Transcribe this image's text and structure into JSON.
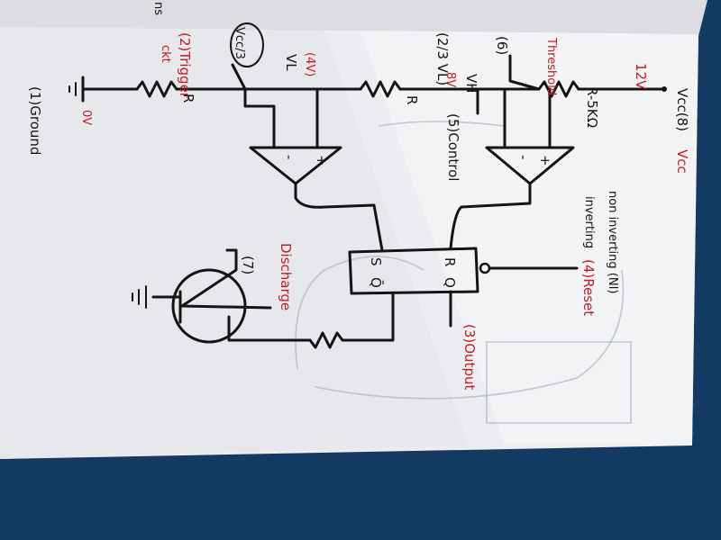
{
  "colors": {
    "ink": "#141414",
    "red_ink": "#c41b24",
    "paper": "#ecedf0",
    "background": "#123a63"
  },
  "labels": {
    "trigger": "(2)Trigger",
    "trigger_sub": "ckt",
    "vcc_third": "Vcc/3",
    "vl_top": "(4V)",
    "vl": "VL",
    "two_thirds": "(2/3 VL)",
    "vh": "VH",
    "eight_v": "8V",
    "threshold_num": "(6)",
    "threshold": "Threshold",
    "twelve_v": "12V",
    "vcc_pin": "Vcc(8)",
    "vcc_red": "Vcc",
    "r_top": "R-5KΩ",
    "r_mid": "R",
    "r_left": "R",
    "control": "(5)Control",
    "ground_pin": "(1)Ground",
    "zero_v": "0V",
    "non_inverting": "non inverting (NI)",
    "inverting": "inverting",
    "minus_lower": "-",
    "plus_lower": "+",
    "minus_upper": "-",
    "plus_upper": "+",
    "ff_r": "R",
    "ff_q": "Q",
    "ff_s": "S",
    "ff_qbar": "Q̄",
    "reset": "(4)Reset",
    "output": "(3)Output",
    "discharge_num": "(7)",
    "discharge": "Discharge",
    "edge_text": "ns"
  }
}
